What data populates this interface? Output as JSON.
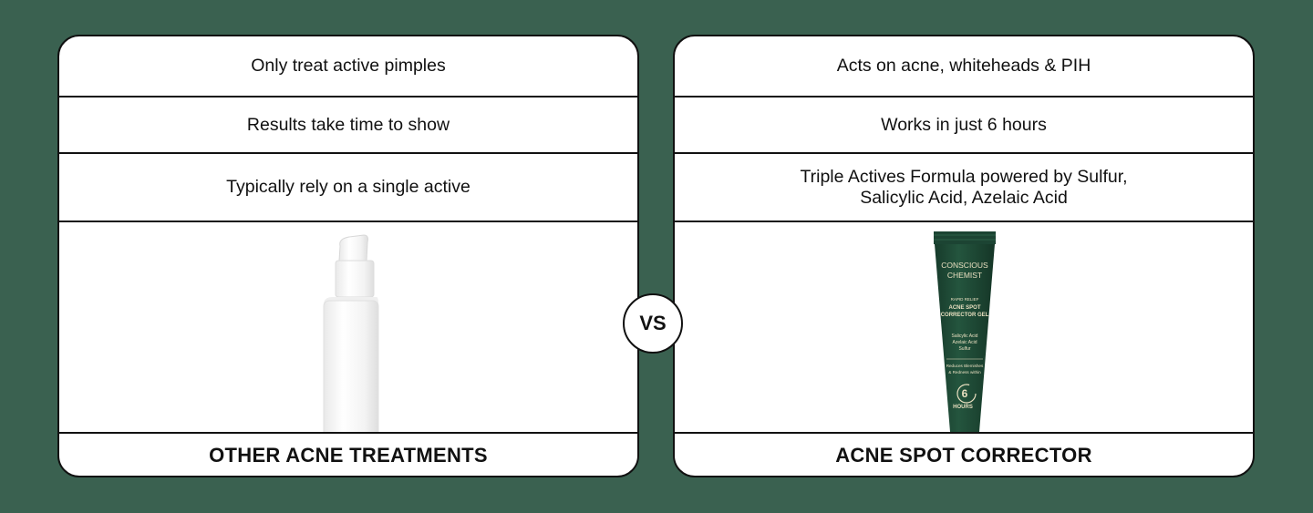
{
  "left_card": {
    "rows": [
      "Only treat active pimples",
      "Results take time to show",
      "Typically rely on a single active"
    ],
    "footer": "OTHER ACNE TREATMENTS"
  },
  "right_card": {
    "rows": [
      "Acts on acne, whiteheads & PIH",
      "Works in just 6 hours"
    ],
    "row3_lines": [
      "Triple Actives Formula powered by Sulfur,",
      "Salicylic Acid, Azelaic Acid"
    ],
    "footer": "ACNE SPOT CORRECTOR"
  },
  "vs_label": "VS",
  "product_tube": {
    "brand_line1": "CONSCIOUS",
    "brand_line2": "CHEMIST",
    "line1": "RAPID RELIEF",
    "line2": "ACNE SPOT",
    "line3": "CORRECTOR GEL",
    "ing1": "Salicylic Acid",
    "ing2": "Azelaic Acid",
    "ing3": "Sulfur",
    "claim1": "Reduces Blemishes",
    "claim2": "& Redness within",
    "badge_num": "6",
    "badge_text": "HOURS",
    "colors": {
      "tube": "#1f4a36",
      "text": "#e9dfc0"
    }
  },
  "colors": {
    "background": "#3a6150",
    "card": "#ffffff",
    "border": "#111111"
  }
}
